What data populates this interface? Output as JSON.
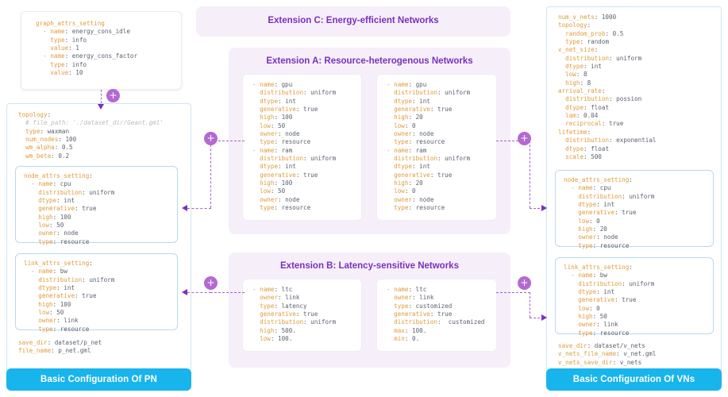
{
  "extensions": {
    "c": {
      "title": "Extension C: Energy-efficient Networks"
    },
    "a": {
      "title": "Extension A: Resource-heterogenous Networks"
    },
    "b": {
      "title": "Extension B: Latency-sensitive Networks"
    }
  },
  "banners": {
    "pn": "Basic Configuration Of PN",
    "vn": "Basic Configuration Of VNs"
  },
  "graph_attrs_card": {
    "code": "graph_attrs_setting\n  - name: energy_cons_idle\n    type: info\n    value: 1\n  - name: energy_cons_factor\n    type: info\n    value: 10"
  },
  "pn_panel": {
    "topology": "topology:\n  # file_path: './dataset_dir/Geant.gml'\n  type: waxman\n  num_nodes: 100\n  wm_alpha: 0.5\n  wm_beta: 0.2",
    "node_attrs": "node_attrs_setting:\n  - name: cpu\n    distribution: uniform\n    dtype: int\n    generative: true\n    high: 100\n    low: 50\n    owner: node\n    type: resource",
    "link_attrs": "link_attrs_setting:\n  - name: bw\n    distribution: uniform\n    dtype: int\n    generative: true\n    high: 100\n    low: 50\n    owner: link\n    type: resource",
    "footer": "save_dir: dataset/p_net\nfile_name: p_net.gml"
  },
  "vn_panel": {
    "header": "num_v_nets: 1000\ntopology:\n  random_prob: 0.5\n  type: random\nv_net_size:\n  distribution: uniform\n  dtype: int\n  low: 8\n  high: 8\narrival_rate:\n  distribution: possion\n  dtype: float\n  lam: 0.04\n  reciprocal: true\nlifetime:\n  distribution: exponential\n  dtype: float\n  scale: 500",
    "node_attrs": "node_attrs_setting:\n  - name: cpu\n    distribution: uniform\n    dtype: int\n    generative: true\n    low: 0\n    high: 20\n    owner: node\n    type: resource",
    "link_attrs": "link_attrs_setting:\n  - name: bw\n    distribution: uniform\n    dtype: int\n    generative: true\n    low: 0\n    high: 50\n    owner: link\n    type: resource",
    "footer": "save_dir: dataset/v_nets\nv_nets_file_name: v_net.gml\nv_nets_save_dir: v_nets"
  },
  "ext_a_cards": {
    "left": "- name: gpu\n  distribution: uniform\n  dtype: int\n  generative: true\n  high: 100\n  low: 50\n  owner: node\n  type: resource\n- name: ram\n  distribution: uniform\n  dtype: int\n  generative: true\n  high: 100\n  low: 50\n  owner: node\n  type: resource",
    "right": "- name: gpu\n  distribution: uniform\n  dtype: int\n  generative: true\n  high: 20\n  low: 0\n  owner: node\n  type: resource\n- name: ram\n  distribution: uniform\n  dtype: int\n  generative: true\n  high: 20\n  low: 0\n  owner: node\n  type: resource"
  },
  "ext_b_cards": {
    "left": "- name: ltc\n  owner: link\n  type: latency\n  generative: true\n  distribution: uniform\n  high: 500.\n  low: 100.",
    "right": "- name: ltc\n  owner: link\n  type: customized\n  generative: true\n  distribution:  customized\n  max: 100.\n  min: 0."
  },
  "icons": {
    "plus": "+"
  },
  "colors": {
    "accent_purple": "#7b2fbe",
    "plus_badge": "#b469d2",
    "banner_blue": "#18b4ec",
    "panel_lilac": "#f6eff9",
    "key_orange": "#e09b3d",
    "box_border_blue": "#b9d9ef"
  }
}
